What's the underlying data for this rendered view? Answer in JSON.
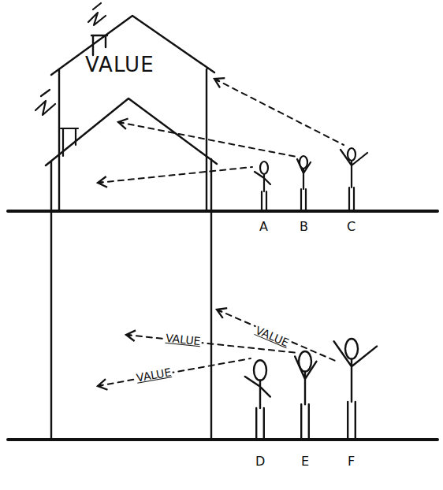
{
  "diagram": {
    "nodes": [
      {
        "text": [
          "VALUE"
        ]
      }
    ],
    "labels": [
      "A",
      "B",
      "C",
      "D",
      "E",
      "F",
      "VALUE",
      "VALUE",
      "VALUE"
    ]
  }
}
